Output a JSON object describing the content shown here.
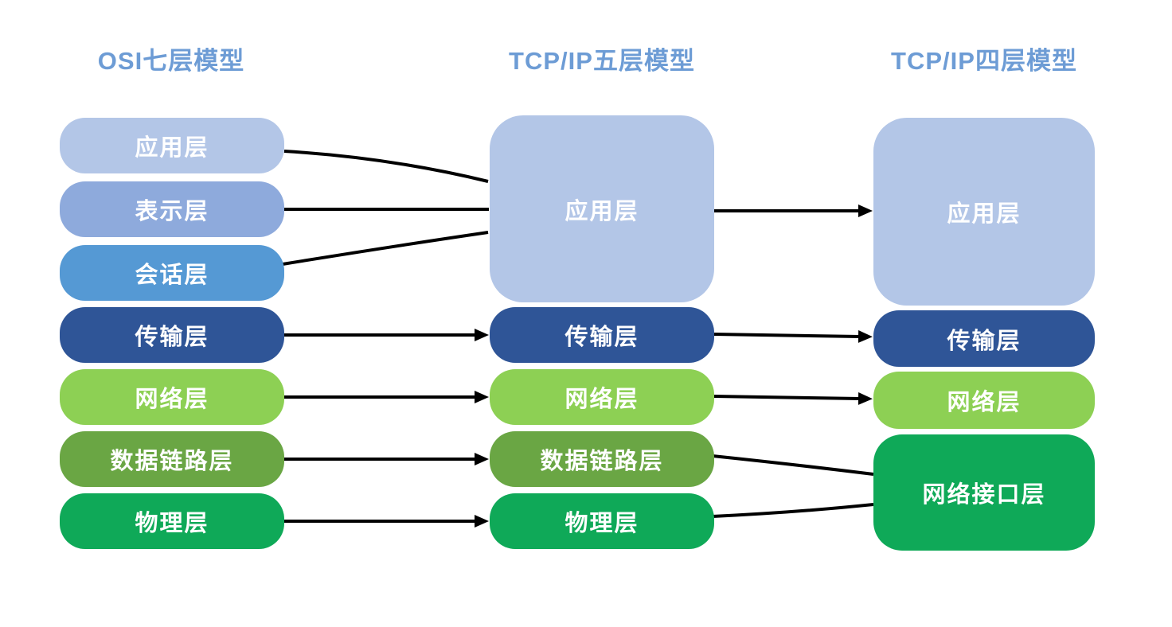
{
  "diagram": {
    "background": "#FFFFFF",
    "title_color": "#6D9CD5",
    "label_color": "#FFFFFF",
    "connector_color": "#000000",
    "columns": [
      {
        "title": "OSI七层模型",
        "layers": [
          {
            "label": "应用层",
            "color": "#B3C6E7"
          },
          {
            "label": "表示层",
            "color": "#8EAADC"
          },
          {
            "label": "会话层",
            "color": "#5599D4"
          },
          {
            "label": "传输层",
            "color": "#2F5597"
          },
          {
            "label": "网络层",
            "color": "#8DD054"
          },
          {
            "label": "数据链路层",
            "color": "#6AA644"
          },
          {
            "label": "物理层",
            "color": "#0FA958"
          }
        ]
      },
      {
        "title": "TCP/IP五层模型",
        "layers": [
          {
            "label": "应用层",
            "color": "#B3C6E7"
          },
          {
            "label": "传输层",
            "color": "#2F5597"
          },
          {
            "label": "网络层",
            "color": "#8DD054"
          },
          {
            "label": "数据链路层",
            "color": "#6AA644"
          },
          {
            "label": "物理层",
            "color": "#0FA958"
          }
        ]
      },
      {
        "title": "TCP/IP四层模型",
        "layers": [
          {
            "label": "应用层",
            "color": "#B3C6E7"
          },
          {
            "label": "传输层",
            "color": "#2F5597"
          },
          {
            "label": "网络层",
            "color": "#8DD054"
          },
          {
            "label": "网络接口层",
            "color": "#0FA958"
          }
        ]
      }
    ],
    "connections": [
      {
        "from": "OSI 应用层",
        "to": "TCP/IP五层 应用层",
        "arrowhead": false
      },
      {
        "from": "OSI 表示层",
        "to": "TCP/IP五层 应用层",
        "arrowhead": false
      },
      {
        "from": "OSI 会话层",
        "to": "TCP/IP五层 应用层",
        "arrowhead": false
      },
      {
        "from": "OSI 传输层",
        "to": "TCP/IP五层 传输层",
        "arrowhead": true
      },
      {
        "from": "OSI 网络层",
        "to": "TCP/IP五层 网络层",
        "arrowhead": true
      },
      {
        "from": "OSI 数据链路层",
        "to": "TCP/IP五层 数据链路层",
        "arrowhead": true
      },
      {
        "from": "OSI 物理层",
        "to": "TCP/IP五层 物理层",
        "arrowhead": true
      },
      {
        "from": "TCP/IP五层 应用层",
        "to": "TCP/IP四层 应用层",
        "arrowhead": true
      },
      {
        "from": "TCP/IP五层 传输层",
        "to": "TCP/IP四层 传输层",
        "arrowhead": true
      },
      {
        "from": "TCP/IP五层 网络层",
        "to": "TCP/IP四层 网络层",
        "arrowhead": true
      },
      {
        "from": "TCP/IP五层 数据链路层",
        "to": "TCP/IP四层 网络接口层",
        "arrowhead": false
      },
      {
        "from": "TCP/IP五层 物理层",
        "to": "TCP/IP四层 网络接口层",
        "arrowhead": false
      }
    ]
  }
}
